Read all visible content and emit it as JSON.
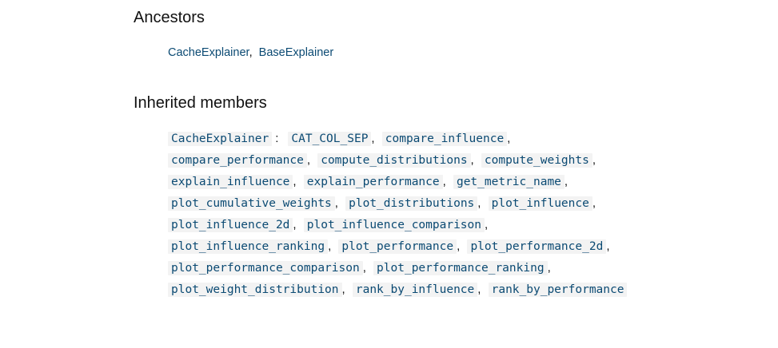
{
  "ancestors": {
    "heading": "Ancestors",
    "items": [
      "CacheExplainer",
      "BaseExplainer"
    ],
    "separator": ","
  },
  "inherited": {
    "heading": "Inherited members",
    "class_name": "CacheExplainer",
    "class_suffix": ":",
    "separator": ",",
    "lines": [
      [
        "CAT_COL_SEP",
        "compare_influence"
      ],
      [
        "compare_performance",
        "compute_distributions",
        "compute_weights"
      ],
      [
        "explain_influence",
        "explain_performance",
        "get_metric_name"
      ],
      [
        "plot_cumulative_weights",
        "plot_distributions",
        "plot_influence"
      ],
      [
        "plot_influence_2d",
        "plot_influence_comparison"
      ],
      [
        "plot_influence_ranking",
        "plot_performance",
        "plot_performance_2d"
      ],
      [
        "plot_performance_comparison",
        "plot_performance_ranking"
      ],
      [
        "plot_weight_distribution",
        "rank_by_influence",
        "rank_by_performance"
      ]
    ]
  },
  "colors": {
    "link": "#0b4a73",
    "code_background": "#f3f3f3",
    "heading": "#111111"
  }
}
